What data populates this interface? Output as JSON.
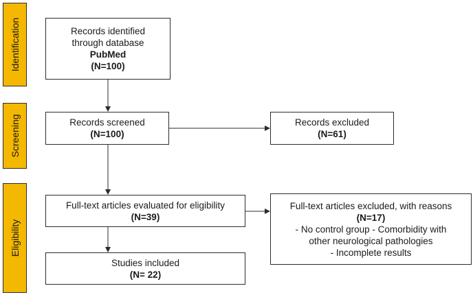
{
  "stages": {
    "identification": "Identification",
    "screening": "Screening",
    "eligibility": "Eligibility"
  },
  "boxes": {
    "identified": {
      "line1": "Records identified",
      "line2": "through database",
      "source": "PubMed",
      "count": "(N=100)"
    },
    "screened": {
      "label": "Records screened",
      "count": "(N=100)"
    },
    "excluded": {
      "label": "Records excluded",
      "count": "(N=61)"
    },
    "fulltext": {
      "label": "Full-text articles evaluated for eligibility",
      "count": "(N=39)"
    },
    "fulltext_excluded": {
      "label": "Full-text articles excluded, with reasons",
      "count": "(N=17)",
      "reason1": "- No control group - Comorbidity with",
      "reason2": "other neurological pathologies",
      "reason3": "- Incomplete results"
    },
    "included": {
      "label": "Studies included",
      "count": "(N= 22)"
    }
  },
  "colors": {
    "stage_fill": "#f5b800",
    "border": "#2b2b2b"
  }
}
